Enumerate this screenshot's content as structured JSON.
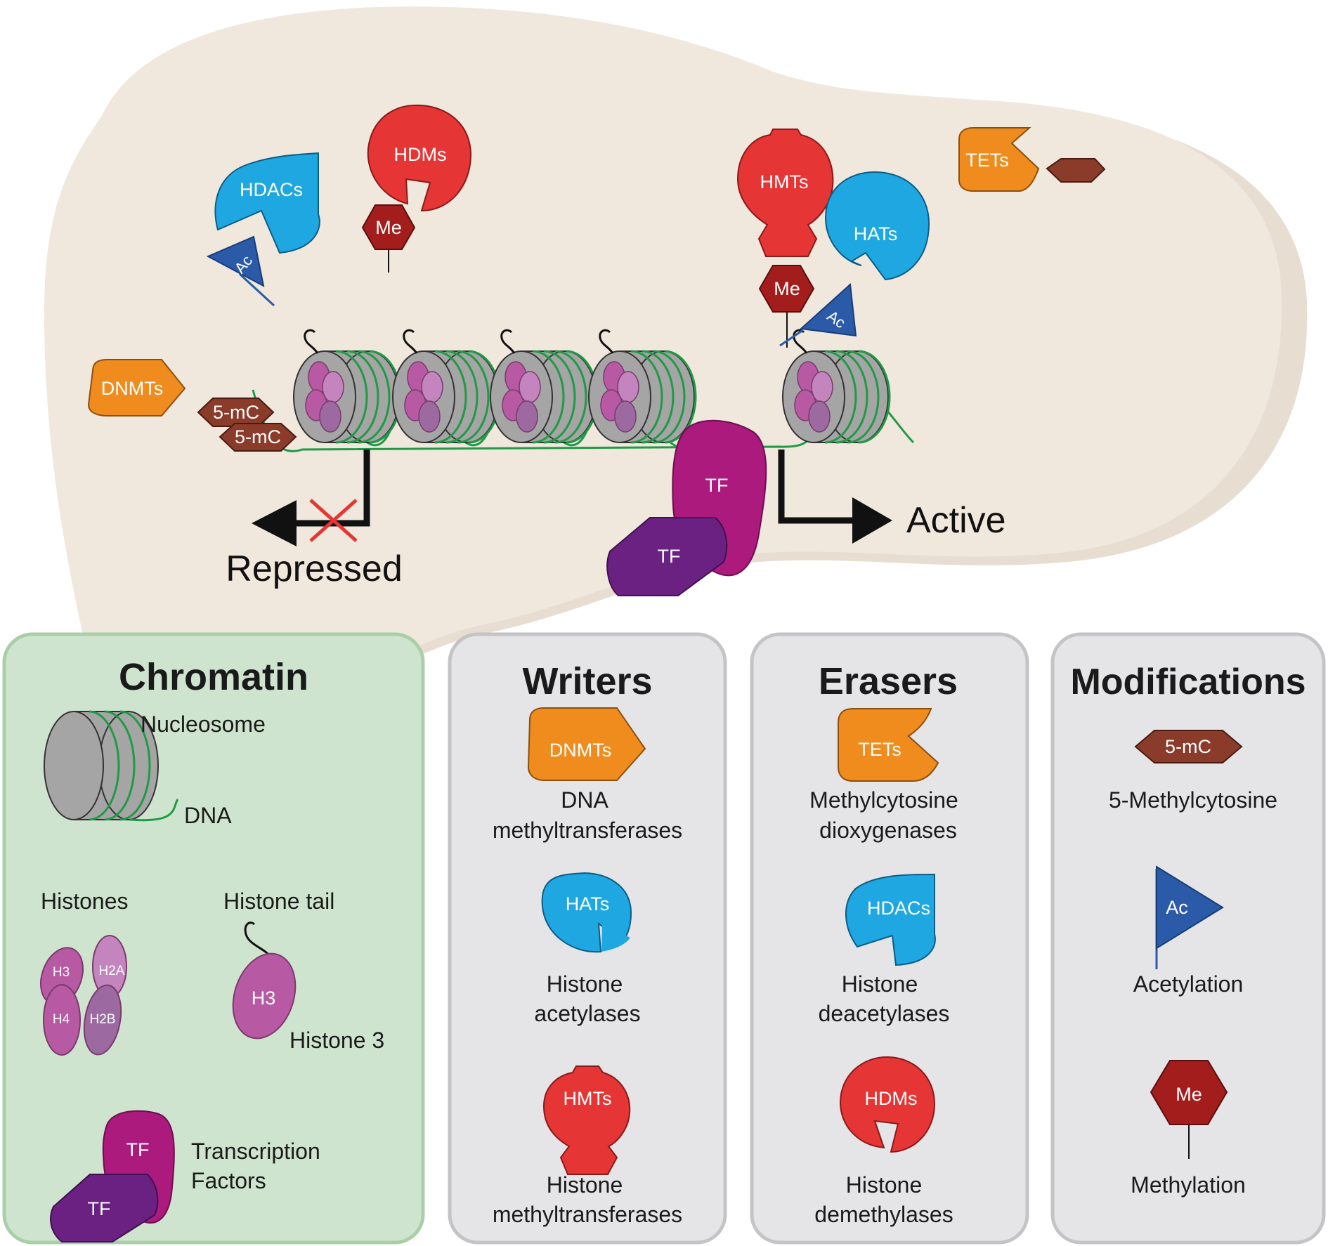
{
  "scene": {
    "repressed_label": "Repressed",
    "active_label": "Active",
    "enzymes": {
      "hdacs": "HDACs",
      "hdms": "HDMs",
      "hmts": "HMTs",
      "hats": "HATs",
      "tets": "TETs",
      "dnmts": "DNMTs"
    },
    "marks": {
      "ac": "Ac",
      "me": "Me",
      "mc": "5-mC"
    },
    "tf": "TF"
  },
  "panels": {
    "chromatin": {
      "title": "Chromatin",
      "nucleosome": "Nucleosome",
      "dna": "DNA",
      "histones": "Histones",
      "histone_tail": "Histone tail",
      "histone3": "Histone 3",
      "h3": "H3",
      "h2a": "H2A",
      "h4": "H4",
      "h2b": "H2B",
      "tf": "TF",
      "tf_line1": "Transcription",
      "tf_line2": "Factors"
    },
    "writers": {
      "title": "Writers",
      "dnmts": "DNMTs",
      "dnmts_line1": "DNA",
      "dnmts_line2": "methyltransferases",
      "hats": "HATs",
      "hats_line1": "Histone",
      "hats_line2": "acetylases",
      "hmts": "HMTs",
      "hmts_line1": "Histone",
      "hmts_line2": "methyltransferases"
    },
    "erasers": {
      "title": "Erasers",
      "tets": "TETs",
      "tets_line1": "Methylcytosine",
      "tets_line2": "dioxygenases",
      "hdacs": "HDACs",
      "hdacs_line1": "Histone",
      "hdacs_line2": "deacetylases",
      "hdms": "HDMs",
      "hdms_line1": "Histone",
      "hdms_line2": "demethylases"
    },
    "modifications": {
      "title": "Modifications",
      "mc": "5-mC",
      "mc_desc": "5-Methylcytosine",
      "ac": "Ac",
      "ac_desc": "Acetylation",
      "me": "Me",
      "me_desc": "Methylation"
    }
  },
  "colors": {
    "cell_bg": "#f0e7dd",
    "orange": "#f08c1e",
    "blue": "#1fa7e1",
    "red": "#e53534",
    "dark_red": "#a31d1d",
    "brown": "#8a3b2a",
    "flag_blue": "#2b5ba8",
    "magenta": "#ad1a7e",
    "purple": "#6a2181",
    "dna_green": "#1f9a45",
    "chromatin_panel": "#cfe4ce",
    "grey_panel": "#e5e4e6"
  }
}
